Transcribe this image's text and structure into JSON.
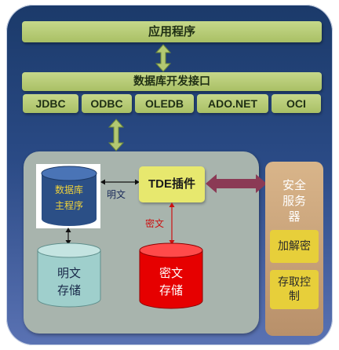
{
  "app": {
    "title": "应用程序"
  },
  "interface": {
    "title": "数据库开发接口",
    "apis": [
      "JDBC",
      "ODBC",
      "OLEDB",
      "ADO.NET",
      "OCI"
    ]
  },
  "db_main": {
    "line1": "数据库",
    "line2": "主程序"
  },
  "plain_label": "明文",
  "tde": {
    "label": "TDE插件"
  },
  "cipher_label": "密文",
  "plain_storage": {
    "line1": "明文",
    "line2": "存储"
  },
  "cipher_storage": {
    "line1": "密文",
    "line2": "存储"
  },
  "security": {
    "title_lines": [
      "安全",
      "服务",
      "器"
    ],
    "encrypt": "加解密",
    "access_line1": "存取控",
    "access_line2": "制"
  },
  "colors": {
    "bar_green": "#b3c872",
    "inner_gray": "#a8b4ad",
    "cyl_blue": "#2b4f86",
    "cyl_teal": "#9fcfcc",
    "cyl_red": "#e60000",
    "tde_yellow": "#e7e86e",
    "security_tan": "#c9a27a",
    "security_item": "#e7cf3a",
    "arrow_maroon": "#8b3a55"
  }
}
